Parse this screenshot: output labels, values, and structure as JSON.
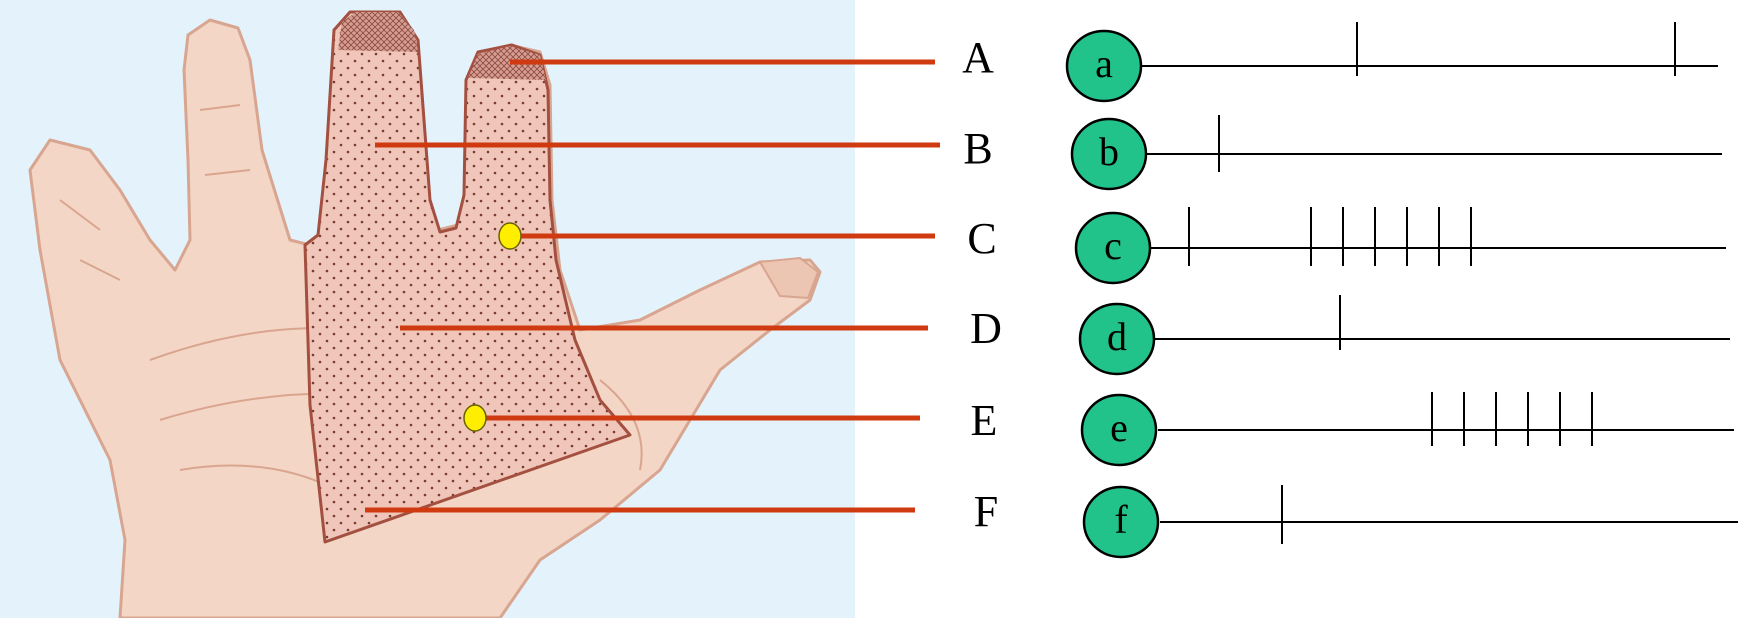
{
  "hand_labels": [
    "A",
    "B",
    "C",
    "D",
    "E",
    "F"
  ],
  "trace_labels": [
    "a",
    "b",
    "c",
    "d",
    "e",
    "f"
  ],
  "spike_counts": [
    2,
    1,
    7,
    1,
    6,
    1
  ],
  "colors": {
    "background_panel": "#e2f1fb",
    "skin": "#f3d6c6",
    "skin_outline": "#d8a690",
    "zone_fill": "#efc1b4",
    "zone_outline": "#a45040",
    "pointer_line": "#d03a10",
    "marker_dot": "#ffee00",
    "badge_fill": "#22c28b",
    "trace_line": "#000000"
  }
}
